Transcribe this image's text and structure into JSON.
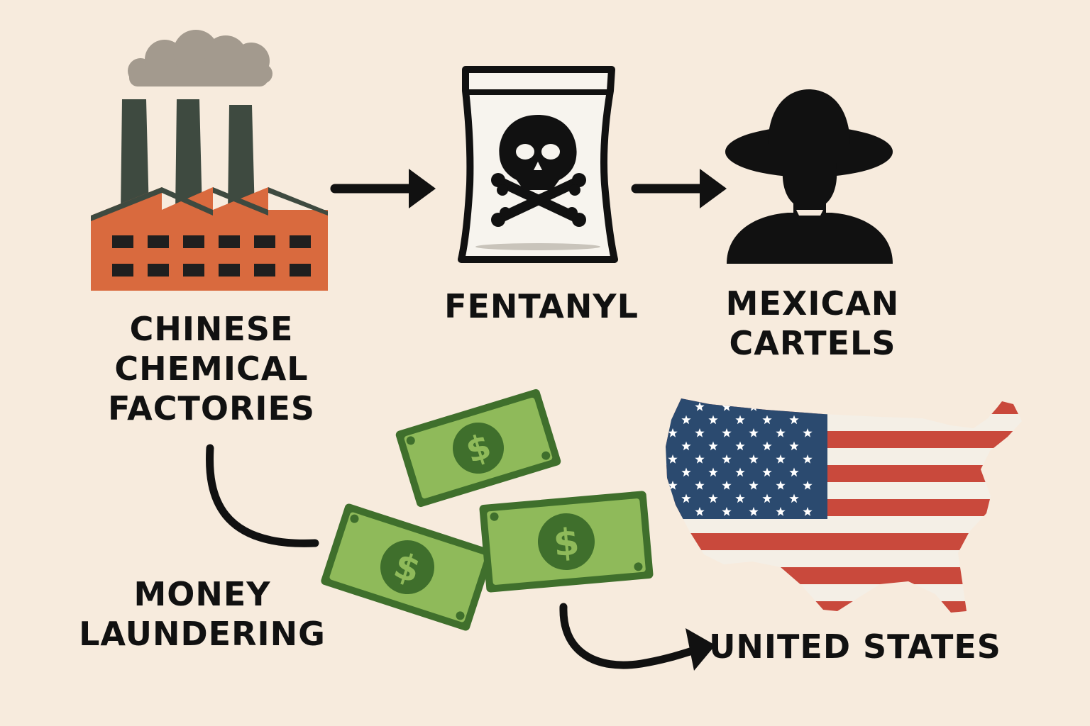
{
  "labels": {
    "factories": [
      "CHINESE",
      "CHEMICAL",
      "FACTORIES"
    ],
    "fentanyl": "FENTANYL",
    "cartels": [
      "MEXICAN",
      "CARTELS"
    ],
    "money": [
      "MONEY",
      "LAUNDERING"
    ],
    "united_states": "UNITED STATES"
  },
  "bill_symbol": "$",
  "colors": {
    "background": "#f7ebdd",
    "factory": "#d96a3e",
    "smokestack": "#3e4a40",
    "smoke": "#a39a8e",
    "bill_light": "#8fba5a",
    "bill_dark": "#3f6f2c",
    "flag_blue": "#2b4a6f",
    "flag_red": "#c9493c",
    "ink": "#111111"
  },
  "icons": [
    "factory-icon",
    "fentanyl-bag-icon",
    "skull-crossbones-icon",
    "cartel-silhouette-icon",
    "dollar-bill-icon",
    "us-flag-map-icon"
  ]
}
